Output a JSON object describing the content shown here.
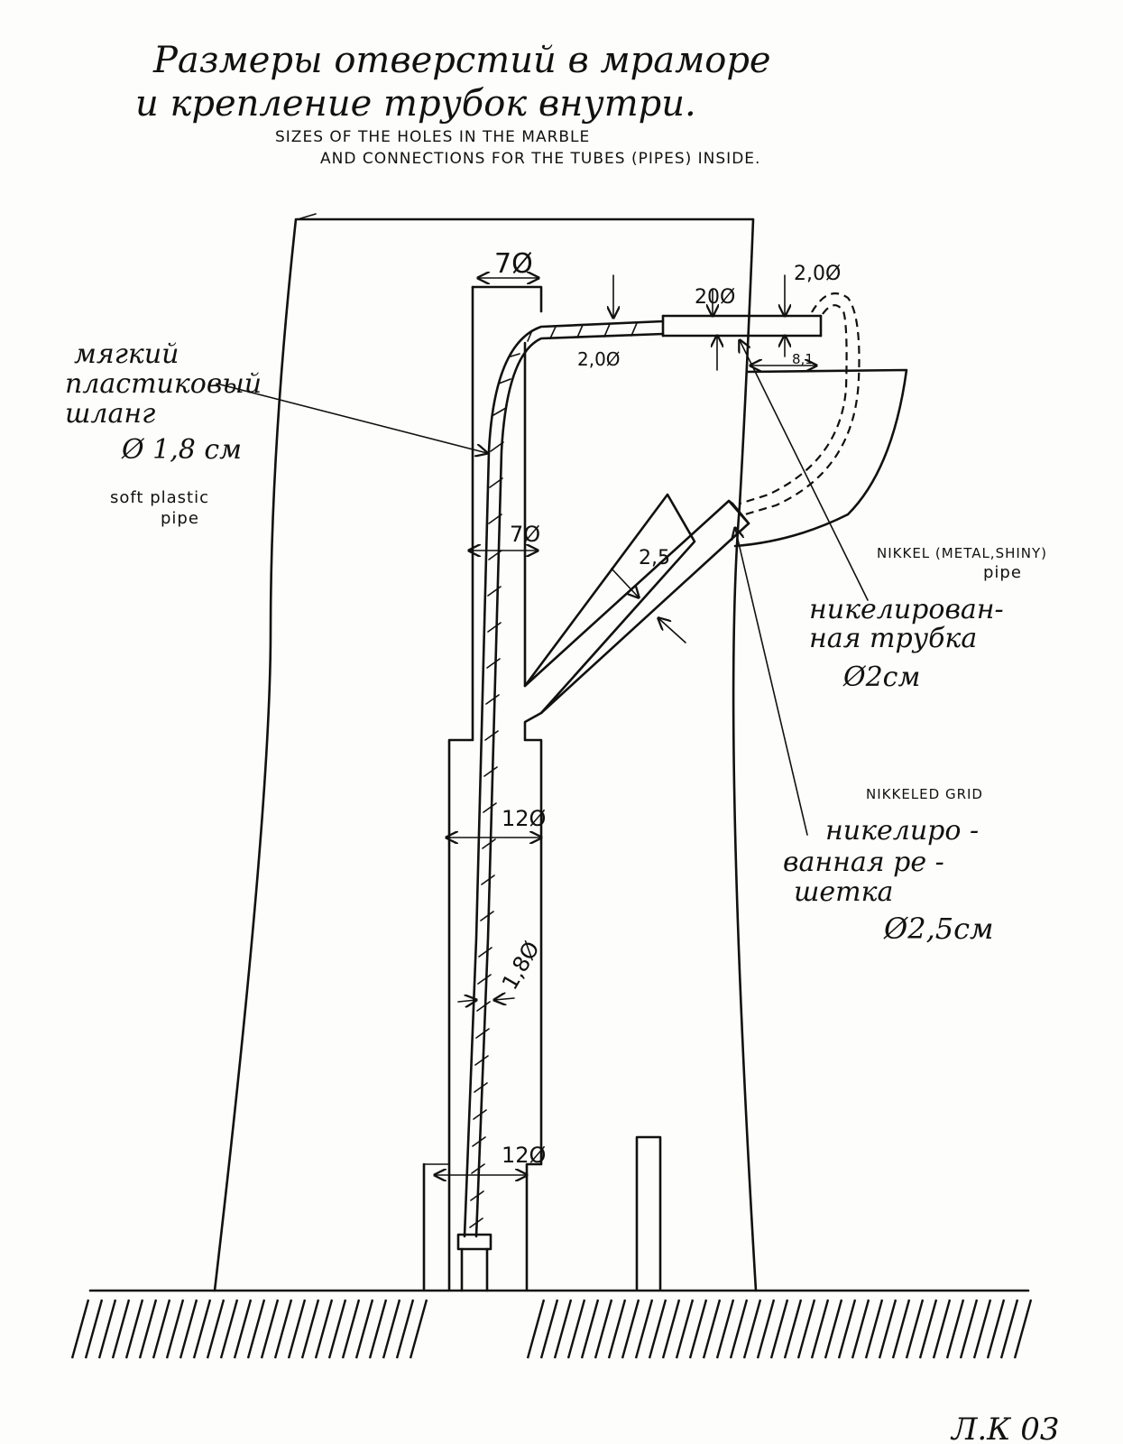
{
  "title": {
    "ru_line1": "Размеры отверстий в мраморе",
    "ru_line2": "и крепление трубок внутри.",
    "en_line1": "SIZES OF THE HOLES IN THE MARBLE",
    "en_line2": "AND CONNECTIONS FOR THE TUBES (PIPES) INSIDE."
  },
  "labels": {
    "soft_pipe_ru_1": "мягкий",
    "soft_pipe_ru_2": "пластиковый",
    "soft_pipe_ru_3": "шланг",
    "soft_pipe_size": "Ø 1,8 см",
    "soft_pipe_en_1": "soft plastic",
    "soft_pipe_en_2": "pipe",
    "nickel_pipe_en_1": "NIKKEL (METAL,SHINY)",
    "nickel_pipe_en_2": "pipe",
    "nickel_pipe_ru_1": "никелирован-",
    "nickel_pipe_ru_2": "ная трубка",
    "nickel_pipe_size": "Ø2см",
    "nickel_grid_en": "NIKKELED GRID",
    "nickel_grid_ru_1": "никелиро -",
    "nickel_grid_ru_2": "ванная ре -",
    "nickel_grid_ru_3": "шетка",
    "nickel_grid_size": "Ø2,5см"
  },
  "dimensions": {
    "top_bore": "7Ø",
    "spout_inner": "20Ø",
    "spout_outer": "2,0Ø",
    "hose_bend": "2,0Ø",
    "spout_gap": "8,1",
    "middle_bore": "7Ø",
    "grid_pipe": "2,5",
    "lower_bore": "12Ø",
    "hose": "1,8Ø",
    "bottom_bore": "12Ø"
  },
  "signature": "Л.К 03"
}
